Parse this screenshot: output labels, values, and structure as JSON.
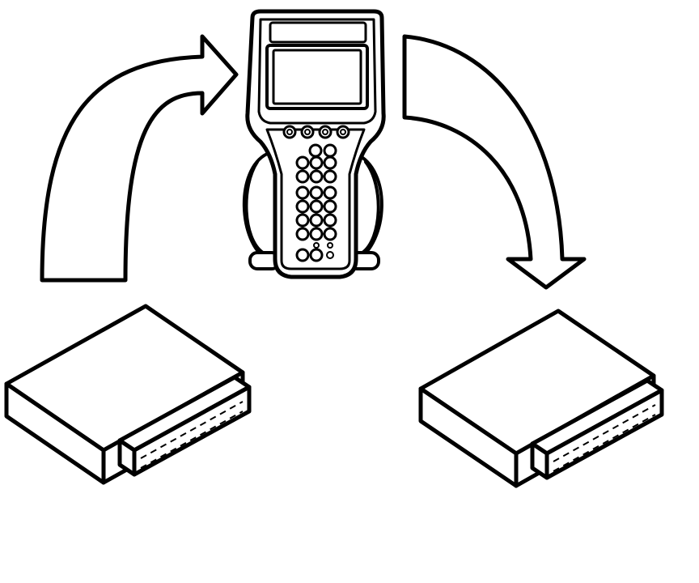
{
  "colors": {
    "line": "#000000",
    "background": "#ffffff"
  },
  "diagram": {
    "source_module_icon": "electronic-control-module",
    "scan_tool_icon": "handheld-scan-tool",
    "target_module_icon": "electronic-control-module",
    "upload_arrow_icon": "curved-arrow-up-right",
    "download_arrow_icon": "curved-arrow-down-right"
  }
}
